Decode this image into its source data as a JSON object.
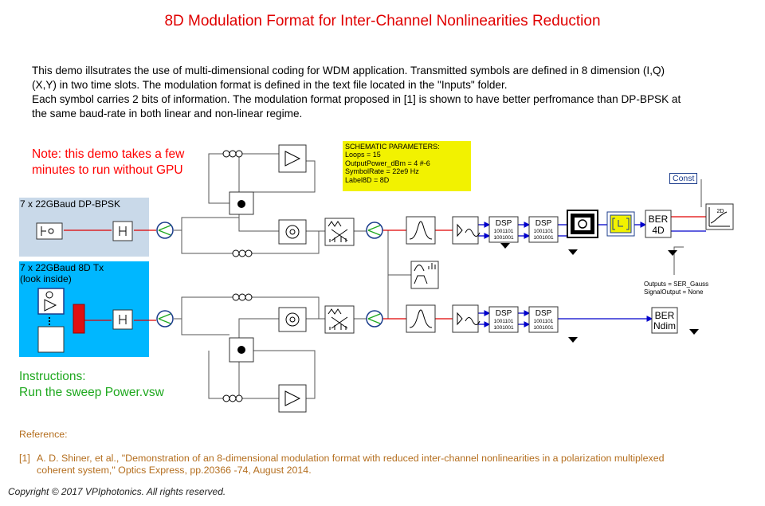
{
  "title": "8D Modulation Format for Inter-Channel Nonlinearities Reduction",
  "description": [
    "This demo illsutrates the use of multi-dimensional coding for WDM application. Transmitted symbols are defined in 8 dimension (I,Q)",
    "(X,Y) in two time slots. The modulation format is defined in the text file located in the \"Inputs\" folder.",
    "Each symbol carries 2 bits of information. The modulation format proposed in [1] is shown to have better perfromance than DP-BPSK at",
    "the same baud-rate in both linear and non-linear regime."
  ],
  "note": [
    "Note: this demo takes a few",
    "minutes to run without GPU"
  ],
  "instructions": [
    "Instructions:",
    "Run the sweep Power.vsw"
  ],
  "parameters": [
    "SCHEMATIC PARAMETERS:",
    "Loops = 15",
    "OutputPower_dBm = 4 #-6",
    "SymbolRate = 22e9 Hz",
    "Label8D = 8D"
  ],
  "galaxy_bpsk_label": "7 x 22GBaud DP-BPSK",
  "galaxy_8d_label": [
    "7 x 22GBaud 8D Tx",
    "(look inside)"
  ],
  "const_label": "Const",
  "outputs_label": [
    "Outputs = SER_Gauss",
    "SignalOutput = None"
  ],
  "dsp": {
    "label": "DSP",
    "bits_top": "1001101",
    "bits_bottom": "1001001"
  },
  "ber4d": [
    "BER",
    "4D"
  ],
  "berndim": [
    "BER",
    "Ndim"
  ],
  "viz2d": "2D",
  "reference_heading": "Reference:",
  "reference_number": "[1]",
  "reference_text": [
    "A. D. Shiner, et al., \"Demonstration of an 8-dimensional modulation format with reduced inter-channel nonlinearities in a polarization multiplexed",
    "coherent system,\" Optics Express, pp.20366 -74, August 2014."
  ],
  "copyright": "Copyright © 2017 VPIphotonics. All rights reserved.",
  "colors": {
    "title": "#e00000",
    "note": "#ff0000",
    "instructions": "#1ea81e",
    "reference": "#b46e1e",
    "params_bg": "#f2f200",
    "link_blue": "#0000cc",
    "link_red": "#e00000"
  }
}
